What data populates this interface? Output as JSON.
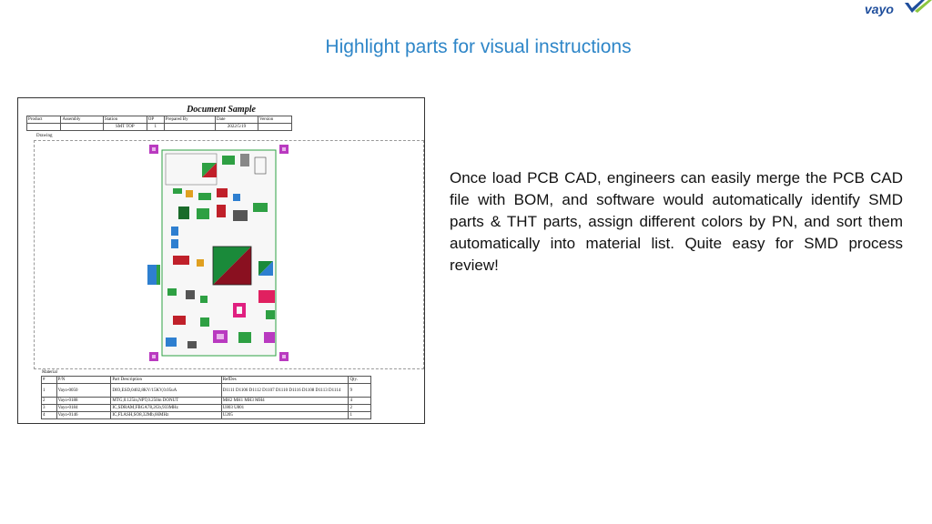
{
  "slide": {
    "title": "Highlight parts for visual instructions",
    "description": "Once load PCB CAD, engineers can easily merge the PCB CAD file with BOM, and software would automatically identify SMD parts & THT parts, assign different colors by PN, and sort them automatically into material list. Quite easy for SMD process review!"
  },
  "brand": {
    "logo_text": "vayo",
    "primary_color": "#1f4e9c",
    "accent_color": "#8cc63f"
  },
  "document": {
    "title": "Document Sample",
    "header_columns": [
      "Product",
      "Assembly",
      "Station",
      "OP",
      "Prepared By",
      "Date",
      "Version"
    ],
    "header_values": [
      "",
      "",
      "SMT TOP",
      "1",
      "",
      "2022/5/19",
      ""
    ],
    "drawing_label": "Drawing",
    "material_label": "Material",
    "material_columns": [
      "#",
      "P/N",
      "Part Description",
      "RefDes",
      "Qty."
    ],
    "material_rows": [
      [
        "1",
        "Vayo-0050",
        "DIO,ESD,0402,8KV/15KV,0.05uA",
        "D1111 D1106 D1112 D1107 D1110 D1116 D1108 D1113 D1114",
        "9"
      ],
      [
        "2",
        "Vayo-0188",
        "MTG,0.125in,NPT,0.250in DONUT",
        "MH2 MH1 MH3 MH4",
        "4"
      ],
      [
        "3",
        "Vayo-0184",
        "IC,SDRAM,FBGA78,2Gb,933MHz",
        "U803 U801",
        "2"
      ],
      [
        "4",
        "Vayo-0146",
        "IC,FLASH,SO8,32Mb,66MHz",
        "U205",
        "1"
      ]
    ]
  }
}
